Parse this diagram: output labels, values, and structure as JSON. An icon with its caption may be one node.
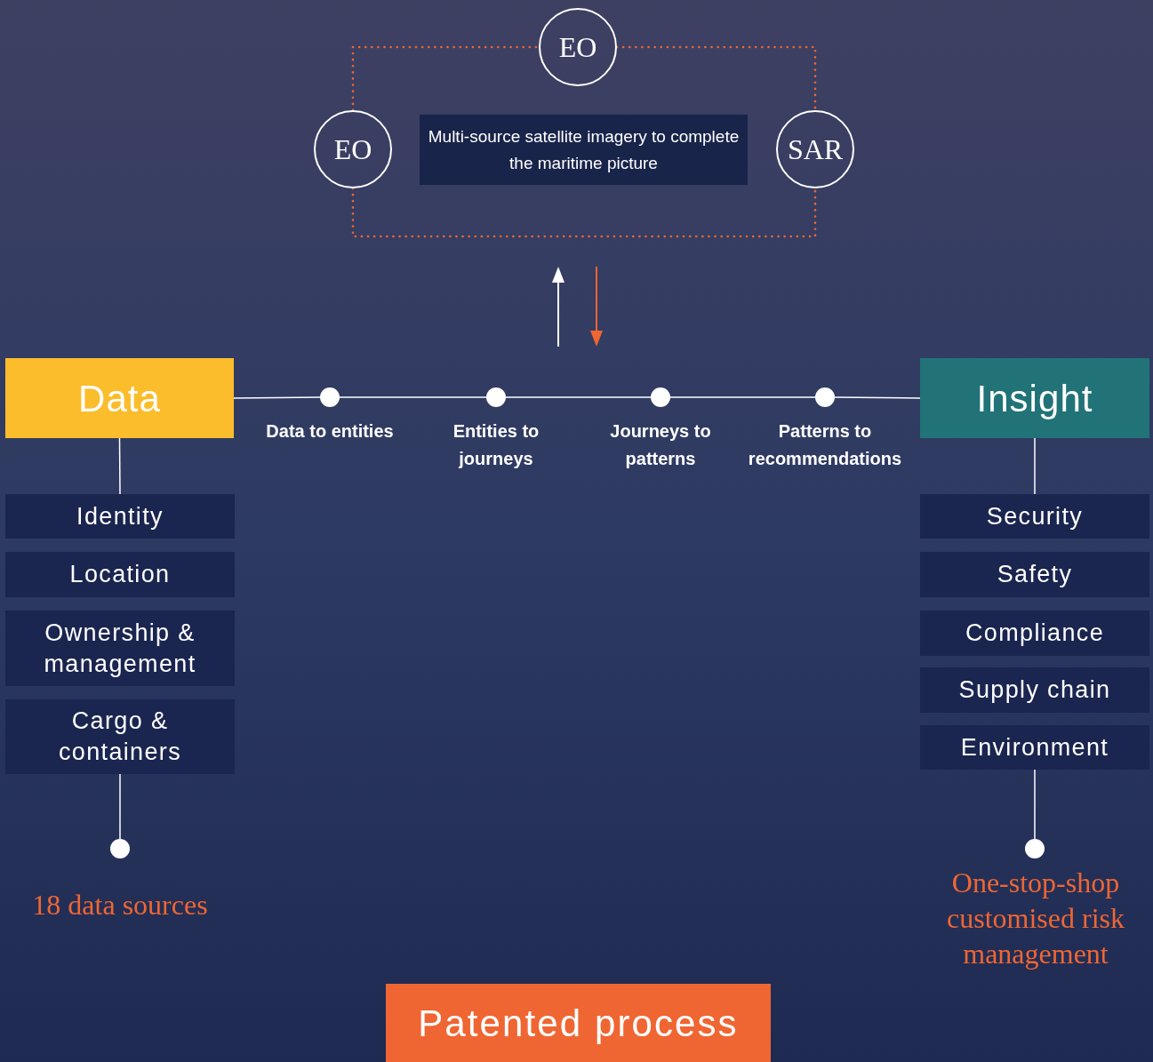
{
  "diagram": {
    "nodes": [
      {
        "text": [
          "EO"
        ]
      },
      {
        "text": [
          "EO"
        ]
      },
      {
        "text": [
          "Multi-source satellite imagery to complete the maritime picture"
        ]
      },
      {
        "text": [
          "SAR"
        ]
      },
      {
        "text": [
          "Data"
        ]
      },
      {
        "text": [
          "Insight"
        ]
      },
      {
        "text": [],
        "shape": "circle",
        "beside": [
          "Data to entities"
        ]
      },
      {
        "text": [],
        "shape": "circle",
        "beside": [
          "Entities to journeys"
        ]
      },
      {
        "text": [],
        "shape": "circle",
        "beside": [
          "Journeys to patterns"
        ]
      },
      {
        "text": [],
        "shape": "circle",
        "beside": [
          "Patterns to recommendations"
        ]
      },
      {
        "text": [
          "Identity"
        ]
      },
      {
        "text": [
          "Location"
        ]
      },
      {
        "text": [
          "Ownership & management"
        ]
      },
      {
        "text": [
          "Cargo & containers"
        ]
      },
      {
        "text": [
          "Security"
        ]
      },
      {
        "text": [
          "Safety"
        ]
      },
      {
        "text": [
          "Compliance"
        ]
      },
      {
        "text": [
          "Supply chain"
        ]
      },
      {
        "text": [
          "Environment"
        ]
      },
      {
        "text": [],
        "shape": "circle",
        "beside": [
          "18 data sources"
        ]
      },
      {
        "text": [],
        "shape": "circle",
        "beside": [
          "One-stop-shop customised risk management"
        ]
      },
      {
        "text": [
          "Patented process"
        ]
      }
    ],
    "edges": [
      {
        "from": 1,
        "to": 0,
        "arrow": "none",
        "style": "dashed",
        "color": "#ef6633"
      },
      {
        "from": 0,
        "to": 3,
        "arrow": "none",
        "style": "dashed",
        "color": "#ef6633"
      },
      {
        "from": 1,
        "to": 3,
        "arrow": "none",
        "style": "dashed",
        "color": "#ef6633"
      },
      {
        "from": 4,
        "to": 6,
        "arrow": "none"
      },
      {
        "from": 6,
        "to": 7,
        "arrow": "none"
      },
      {
        "from": 7,
        "to": 8,
        "arrow": "none"
      },
      {
        "from": 8,
        "to": 9,
        "arrow": "none"
      },
      {
        "from": 9,
        "to": 5,
        "arrow": "none"
      },
      {
        "from": 4,
        "to": 10,
        "arrow": "none"
      },
      {
        "from": 13,
        "to": 19,
        "arrow": "none"
      },
      {
        "from": 5,
        "to": 14,
        "arrow": "none"
      },
      {
        "from": 18,
        "to": 20,
        "arrow": "none"
      }
    ]
  }
}
